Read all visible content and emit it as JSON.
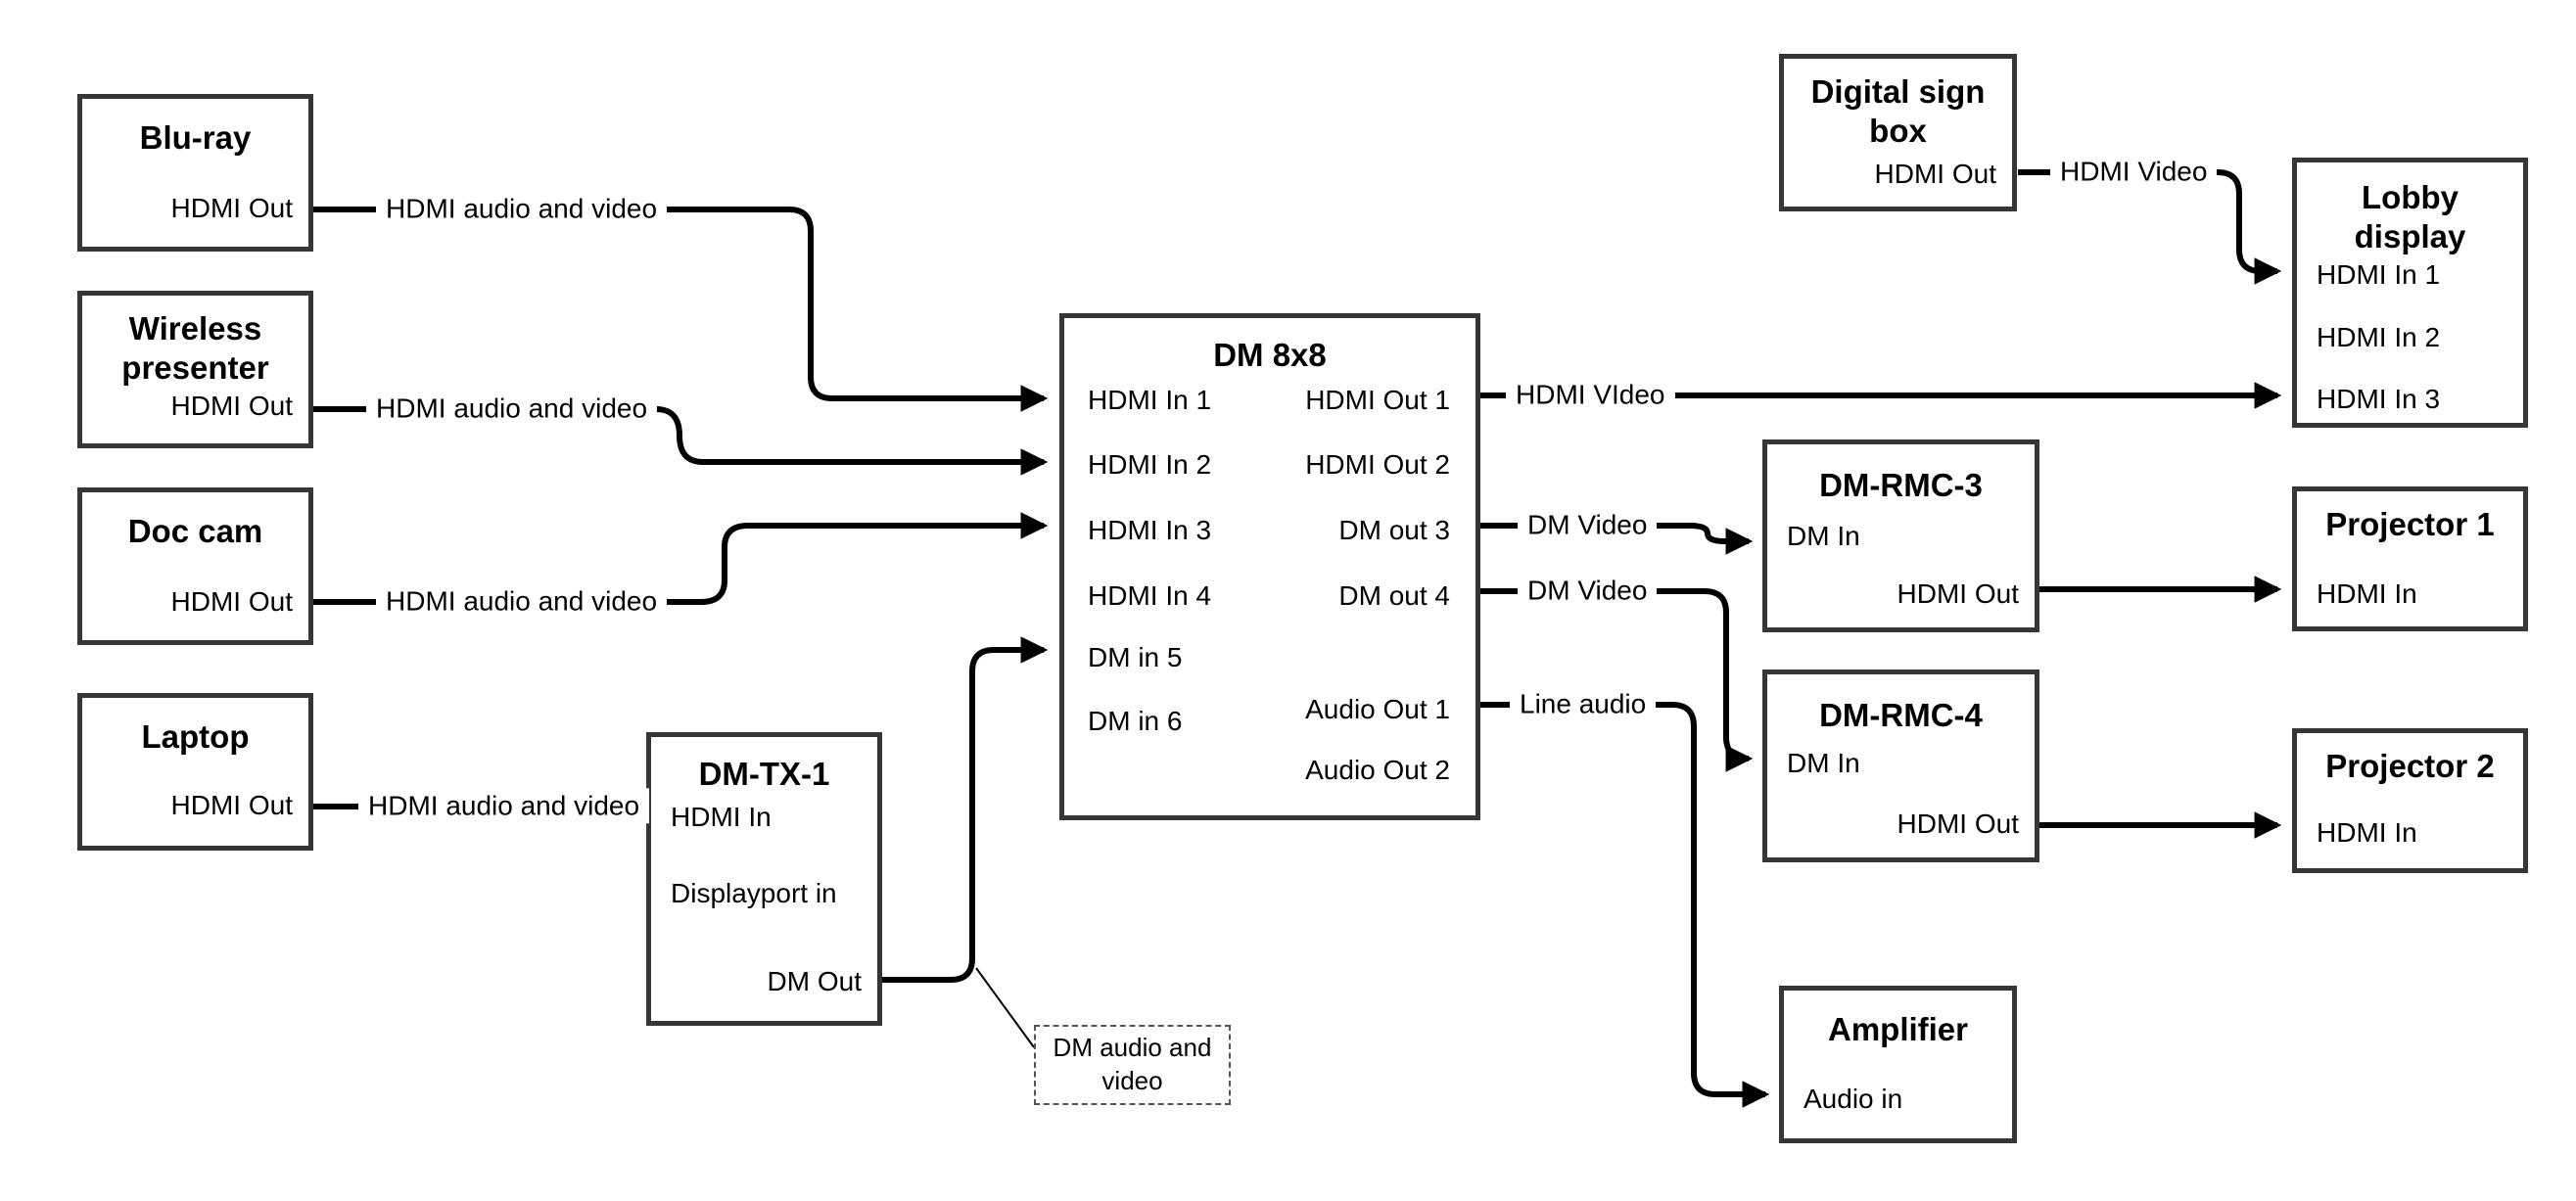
{
  "nodes": {
    "bluray": {
      "title": "Blu-ray",
      "ports": {
        "hdmi_out": "HDMI Out"
      }
    },
    "wireless": {
      "title": "Wireless presenter",
      "ports": {
        "hdmi_out": "HDMI Out"
      }
    },
    "doccam": {
      "title": "Doc cam",
      "ports": {
        "hdmi_out": "HDMI Out"
      }
    },
    "laptop": {
      "title": "Laptop",
      "ports": {
        "hdmi_out": "HDMI Out"
      }
    },
    "dmtx1": {
      "title": "DM-TX-1",
      "ports": {
        "hdmi_in": "HDMI In",
        "displayport_in": "Displayport in",
        "dm_out": "DM Out"
      }
    },
    "dm8x8": {
      "title": "DM 8x8",
      "ports": {
        "in1": "HDMI In 1",
        "in2": "HDMI In 2",
        "in3": "HDMI In 3",
        "in4": "HDMI In 4",
        "in5": "DM in 5",
        "in6": "DM in 6",
        "out1": "HDMI Out 1",
        "out2": "HDMI Out 2",
        "out3": "DM out 3",
        "out4": "DM out 4",
        "audio1": "Audio Out 1",
        "audio2": "Audio Out 2"
      }
    },
    "digitalsign": {
      "title": "Digital sign box",
      "ports": {
        "hdmi_out": "HDMI Out"
      }
    },
    "lobby": {
      "title": "Lobby display",
      "ports": {
        "in1": "HDMI In 1",
        "in2": "HDMI In 2",
        "in3": "HDMI In 3"
      }
    },
    "dmrmc3": {
      "title": "DM-RMC-3",
      "ports": {
        "dm_in": "DM In",
        "hdmi_out": "HDMI Out"
      }
    },
    "proj1": {
      "title": "Projector 1",
      "ports": {
        "hdmi_in": "HDMI In"
      }
    },
    "dmrmc4": {
      "title": "DM-RMC-4",
      "ports": {
        "dm_in": "DM In",
        "hdmi_out": "HDMI Out"
      }
    },
    "proj2": {
      "title": "Projector 2",
      "ports": {
        "hdmi_in": "HDMI In"
      }
    },
    "amplifier": {
      "title": "Amplifier",
      "ports": {
        "audio_in": "Audio in"
      }
    }
  },
  "connections": [
    {
      "from": "Blu-ray HDMI Out",
      "to": "DM 8x8 HDMI In 1",
      "label": "HDMI audio and video"
    },
    {
      "from": "Wireless presenter HDMI Out",
      "to": "DM 8x8 HDMI In 2",
      "label": "HDMI audio and video"
    },
    {
      "from": "Doc cam HDMI Out",
      "to": "DM 8x8 HDMI In 3",
      "label": "HDMI audio and video"
    },
    {
      "from": "Laptop HDMI Out",
      "to": "DM-TX-1 HDMI In",
      "label": "HDMI audio and video"
    },
    {
      "from": "DM-TX-1 DM Out",
      "to": "DM 8x8 DM in 5",
      "label": ""
    },
    {
      "from": "DM 8x8 HDMI Out 1",
      "to": "Lobby display HDMI In 3",
      "label": "HDMI VIdeo"
    },
    {
      "from": "Digital sign box HDMI Out",
      "to": "Lobby display HDMI In 1",
      "label": "HDMI Video"
    },
    {
      "from": "DM 8x8 DM out 3",
      "to": "DM-RMC-3 DM In",
      "label": "DM Video"
    },
    {
      "from": "DM 8x8 DM out 4",
      "to": "DM-RMC-4 DM In",
      "label": "DM Video"
    },
    {
      "from": "DM 8x8 Audio Out 1",
      "to": "Amplifier Audio in",
      "label": "Line audio"
    },
    {
      "from": "DM-RMC-3 HDMI Out",
      "to": "Projector 1 HDMI In",
      "label": ""
    },
    {
      "from": "DM-RMC-4 HDMI Out",
      "to": "Projector 2 HDMI In",
      "label": ""
    }
  ],
  "note": {
    "text": "DM audio and video"
  },
  "colors": {
    "line": "#000000",
    "box_border": "#363636",
    "note_border": "#555555",
    "background": "#ffffff"
  }
}
